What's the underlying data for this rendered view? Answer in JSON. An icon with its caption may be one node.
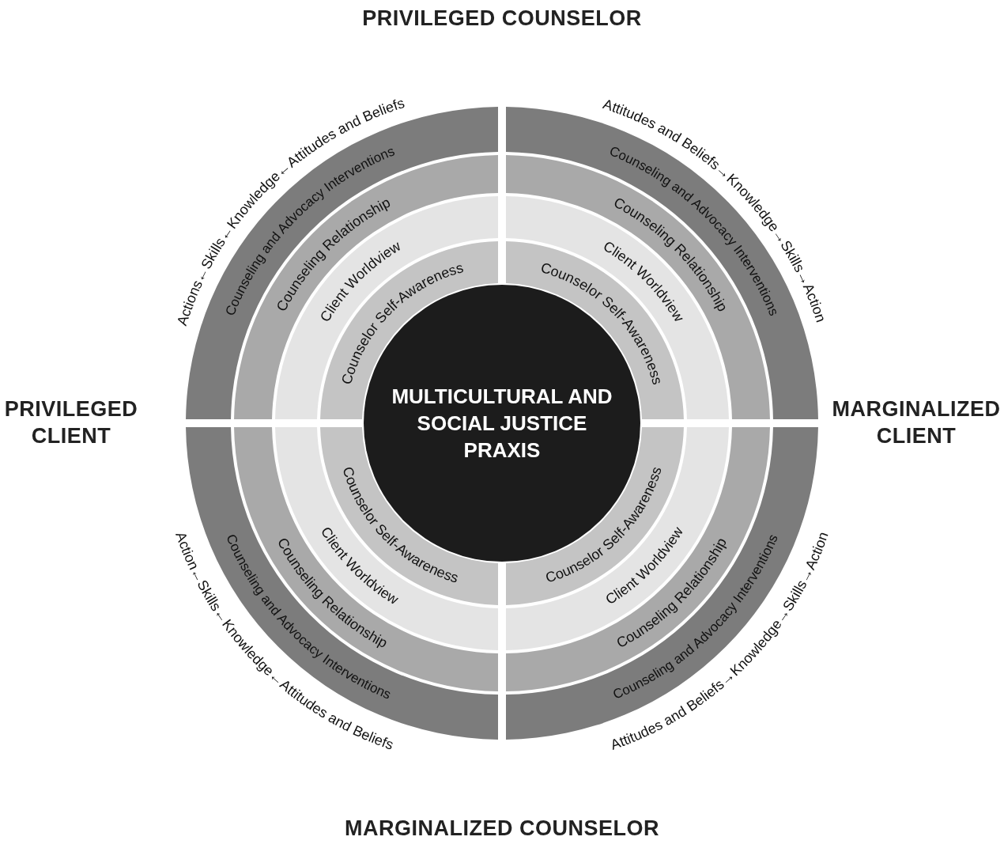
{
  "diagram": {
    "nodes": [
      {
        "text": [
          "MULTICULTURAL AND SOCIAL JUSTICE PRAXIS"
        ]
      },
      {
        "text": [
          "Counselor Self-Awareness"
        ]
      },
      {
        "text": [
          "Client Worldview"
        ]
      },
      {
        "text": [
          "Counseling Relationship"
        ]
      },
      {
        "text": [
          "Counseling and Advocacy Interventions"
        ]
      },
      {
        "text": [
          "Counselor Self-Awareness"
        ]
      },
      {
        "text": [
          "Client Worldview"
        ]
      },
      {
        "text": [
          "Counseling Relationship"
        ]
      },
      {
        "text": [
          "Counseling and Advocacy Interventions"
        ]
      },
      {
        "text": [
          "Counselor Self-Awareness"
        ]
      },
      {
        "text": [
          "Client Worldview"
        ]
      },
      {
        "text": [
          "Counseling Relationship"
        ]
      },
      {
        "text": [
          "Counseling and Advocacy Interventions"
        ]
      },
      {
        "text": [
          "Counselor Self-Awareness"
        ]
      },
      {
        "text": [
          "Client Worldview"
        ]
      },
      {
        "text": [
          "Counseling Relationship"
        ]
      },
      {
        "text": [
          "Counseling and Advocacy Interventions"
        ]
      }
    ],
    "labels": [
      "PRIVILEGED COUNSELOR",
      "Actions←Skills←Knowledge←Attitudes and Beliefs",
      "Attitudes and Beliefs→Knowledge→Skills→Action",
      "PRIVILEGED CLIENT",
      "MARGINALIZED CLIENT",
      "Action←Skills←Knowledge←Attitudes and Beliefs",
      "Attitudes and Beliefs→Knowledge→Skills→Action",
      "MARGINALIZED COUNSELOR"
    ]
  }
}
